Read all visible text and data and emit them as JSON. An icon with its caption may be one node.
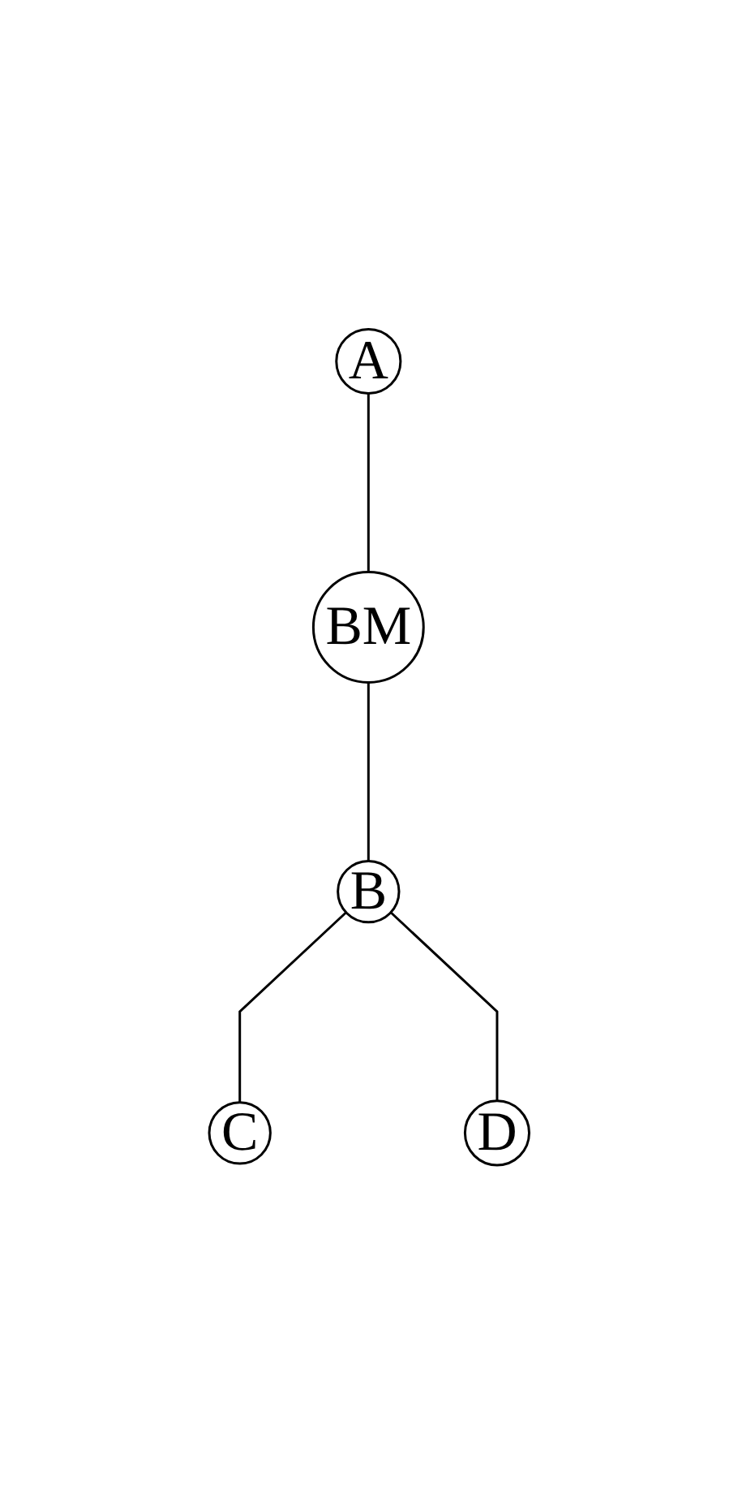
{
  "diagram": {
    "nodes": [
      {
        "text": [
          "A"
        ]
      },
      {
        "text": [
          "BM"
        ]
      },
      {
        "text": [
          "B"
        ]
      },
      {
        "text": [
          "C"
        ]
      },
      {
        "text": [
          "D"
        ]
      }
    ],
    "edges": [
      {
        "from": 0,
        "to": 1,
        "arrow": "none"
      },
      {
        "from": 1,
        "to": 2,
        "arrow": "none"
      },
      {
        "from": 2,
        "to": 3,
        "arrow": "none"
      },
      {
        "from": 2,
        "to": 4,
        "arrow": "none"
      }
    ]
  }
}
